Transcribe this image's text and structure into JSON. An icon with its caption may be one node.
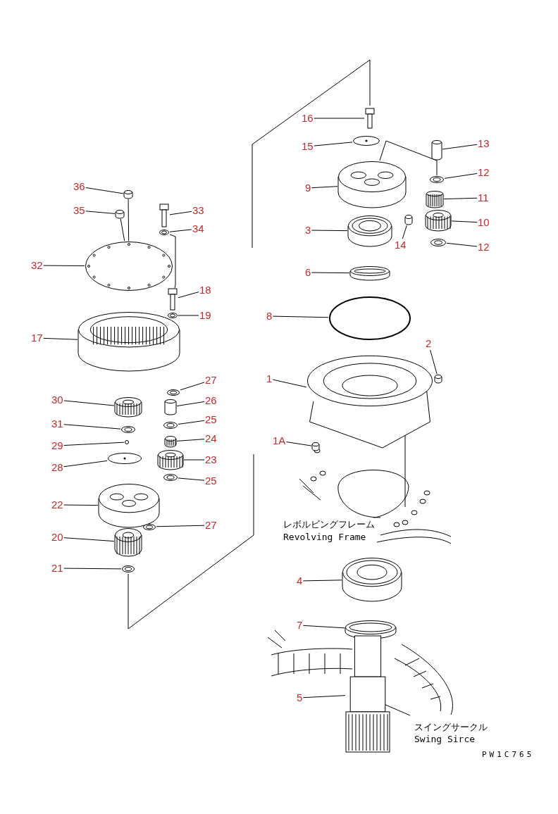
{
  "diagram": {
    "nodes": [
      {
        "text": [
          "16"
        ]
      },
      {
        "text": [],
        "shape": "picture"
      },
      {
        "text": [
          "15"
        ]
      },
      {
        "text": [],
        "shape": "picture"
      },
      {
        "text": [
          "13"
        ]
      },
      {
        "text": [],
        "shape": "cylinder"
      },
      {
        "text": [
          "12"
        ]
      },
      {
        "text": [],
        "shape": "picture"
      },
      {
        "text": [
          "9"
        ]
      },
      {
        "text": [],
        "shape": "picture"
      },
      {
        "text": [
          "11"
        ]
      },
      {
        "text": [],
        "shape": "picture"
      },
      {
        "text": [
          "10"
        ]
      },
      {
        "text": [],
        "shape": "picture"
      },
      {
        "text": [
          "14"
        ]
      },
      {
        "text": [],
        "shape": "picture"
      },
      {
        "text": [
          "12"
        ]
      },
      {
        "text": [],
        "shape": "picture"
      },
      {
        "text": [
          "3"
        ]
      },
      {
        "text": [],
        "shape": "cylinder"
      },
      {
        "text": [
          "6"
        ]
      },
      {
        "text": [],
        "shape": "circle"
      },
      {
        "text": [
          "8"
        ]
      },
      {
        "text": [],
        "shape": "circle"
      },
      {
        "text": [
          "2"
        ]
      },
      {
        "text": [],
        "shape": "picture"
      },
      {
        "text": [
          "1"
        ]
      },
      {
        "text": [],
        "shape": "picture"
      },
      {
        "text": [
          "1A"
        ]
      },
      {
        "text": [],
        "shape": "picture"
      },
      {
        "text": [
          "4"
        ]
      },
      {
        "text": [],
        "shape": "cylinder"
      },
      {
        "text": [
          "7"
        ]
      },
      {
        "text": [],
        "shape": "picture"
      },
      {
        "text": [
          "5"
        ]
      },
      {
        "text": [],
        "shape": "picture"
      },
      {
        "text": [
          "36"
        ]
      },
      {
        "text": [],
        "shape": "picture"
      },
      {
        "text": [
          "35"
        ]
      },
      {
        "text": [],
        "shape": "picture"
      },
      {
        "text": [
          "33"
        ]
      },
      {
        "text": [],
        "shape": "picture"
      },
      {
        "text": [
          "34"
        ]
      },
      {
        "text": [],
        "shape": "picture"
      },
      {
        "text": [
          "32"
        ]
      },
      {
        "text": [],
        "shape": "picture"
      },
      {
        "text": [
          "18"
        ]
      },
      {
        "text": [],
        "shape": "picture"
      },
      {
        "text": [
          "19"
        ]
      },
      {
        "text": [],
        "shape": "picture"
      },
      {
        "text": [
          "17"
        ]
      },
      {
        "text": [],
        "shape": "cylinder"
      },
      {
        "text": [
          "27"
        ]
      },
      {
        "text": [],
        "shape": "picture"
      },
      {
        "text": [
          "30"
        ]
      },
      {
        "text": [],
        "shape": "picture"
      },
      {
        "text": [
          "26"
        ]
      },
      {
        "text": [],
        "shape": "picture"
      },
      {
        "text": [
          "25"
        ]
      },
      {
        "text": [],
        "shape": "picture"
      },
      {
        "text": [
          "31"
        ]
      },
      {
        "text": [],
        "shape": "picture"
      },
      {
        "text": [
          "24"
        ]
      },
      {
        "text": [],
        "shape": "picture"
      },
      {
        "text": [
          "29"
        ]
      },
      {
        "text": [],
        "shape": "circle"
      },
      {
        "text": [
          "23"
        ]
      },
      {
        "text": [],
        "shape": "picture"
      },
      {
        "text": [
          "28"
        ]
      },
      {
        "text": [],
        "shape": "picture"
      },
      {
        "text": [
          "25"
        ]
      },
      {
        "text": [],
        "shape": "picture"
      },
      {
        "text": [
          "22"
        ]
      },
      {
        "text": [],
        "shape": "picture"
      },
      {
        "text": [
          "27"
        ]
      },
      {
        "text": [],
        "shape": "picture"
      },
      {
        "text": [
          "20"
        ]
      },
      {
        "text": [],
        "shape": "picture"
      },
      {
        "text": [
          "21"
        ]
      },
      {
        "text": [],
        "shape": "picture"
      }
    ],
    "edges": [
      {
        "from": 0,
        "to": 1,
        "arrow": "none"
      },
      {
        "from": 2,
        "to": 3,
        "arrow": "none"
      },
      {
        "from": 4,
        "to": 5,
        "arrow": "none"
      },
      {
        "from": 6,
        "to": 7,
        "arrow": "none"
      },
      {
        "from": 8,
        "to": 9,
        "arrow": "none"
      },
      {
        "from": 10,
        "to": 11,
        "arrow": "none"
      },
      {
        "from": 12,
        "to": 13,
        "arrow": "none"
      },
      {
        "from": 14,
        "to": 15,
        "arrow": "none"
      },
      {
        "from": 16,
        "to": 17,
        "arrow": "none"
      },
      {
        "from": 18,
        "to": 19,
        "arrow": "none"
      },
      {
        "from": 20,
        "to": 21,
        "arrow": "none"
      },
      {
        "from": 22,
        "to": 23,
        "arrow": "none"
      },
      {
        "from": 24,
        "to": 25,
        "arrow": "none"
      },
      {
        "from": 26,
        "to": 27,
        "arrow": "none"
      },
      {
        "from": 28,
        "to": 29,
        "arrow": "none"
      },
      {
        "from": 30,
        "to": 31,
        "arrow": "none"
      },
      {
        "from": 32,
        "to": 33,
        "arrow": "none"
      },
      {
        "from": 34,
        "to": 35,
        "arrow": "none"
      },
      {
        "from": 36,
        "to": 37,
        "arrow": "none"
      },
      {
        "from": 38,
        "to": 39,
        "arrow": "none"
      },
      {
        "from": 40,
        "to": 41,
        "arrow": "none"
      },
      {
        "from": 42,
        "to": 43,
        "arrow": "none"
      },
      {
        "from": 44,
        "to": 45,
        "arrow": "none"
      },
      {
        "from": 46,
        "to": 47,
        "arrow": "none"
      },
      {
        "from": 48,
        "to": 49,
        "arrow": "none"
      },
      {
        "from": 50,
        "to": 51,
        "arrow": "none"
      },
      {
        "from": 52,
        "to": 53,
        "arrow": "none"
      },
      {
        "from": 54,
        "to": 55,
        "arrow": "none"
      },
      {
        "from": 56,
        "to": 57,
        "arrow": "none"
      },
      {
        "from": 58,
        "to": 59,
        "arrow": "none"
      },
      {
        "from": 60,
        "to": 61,
        "arrow": "none"
      },
      {
        "from": 62,
        "to": 63,
        "arrow": "none"
      },
      {
        "from": 64,
        "to": 65,
        "arrow": "none"
      },
      {
        "from": 66,
        "to": 67,
        "arrow": "none"
      },
      {
        "from": 68,
        "to": 69,
        "arrow": "none"
      },
      {
        "from": 70,
        "to": 71,
        "arrow": "none"
      },
      {
        "from": 72,
        "to": 73,
        "arrow": "none"
      },
      {
        "from": 74,
        "to": 75,
        "arrow": "none"
      },
      {
        "from": 76,
        "to": 77,
        "arrow": "none"
      },
      {
        "from": 78,
        "to": 79,
        "arrow": "none"
      },
      {
        "from": 9,
        "to": 7,
        "arrow": "none"
      },
      {
        "from": 37,
        "to": 45,
        "arrow": "none"
      },
      {
        "from": 39,
        "to": 45,
        "arrow": "none"
      },
      {
        "from": 43,
        "to": 47,
        "arrow": "none"
      },
      {
        "from": 73,
        "to": 75,
        "arrow": "none"
      }
    ],
    "labels": [
      "レボルビングフレーム",
      "Revolving Frame",
      "スイングサークル",
      "Swing Sirce",
      "PW1C765"
    ]
  }
}
